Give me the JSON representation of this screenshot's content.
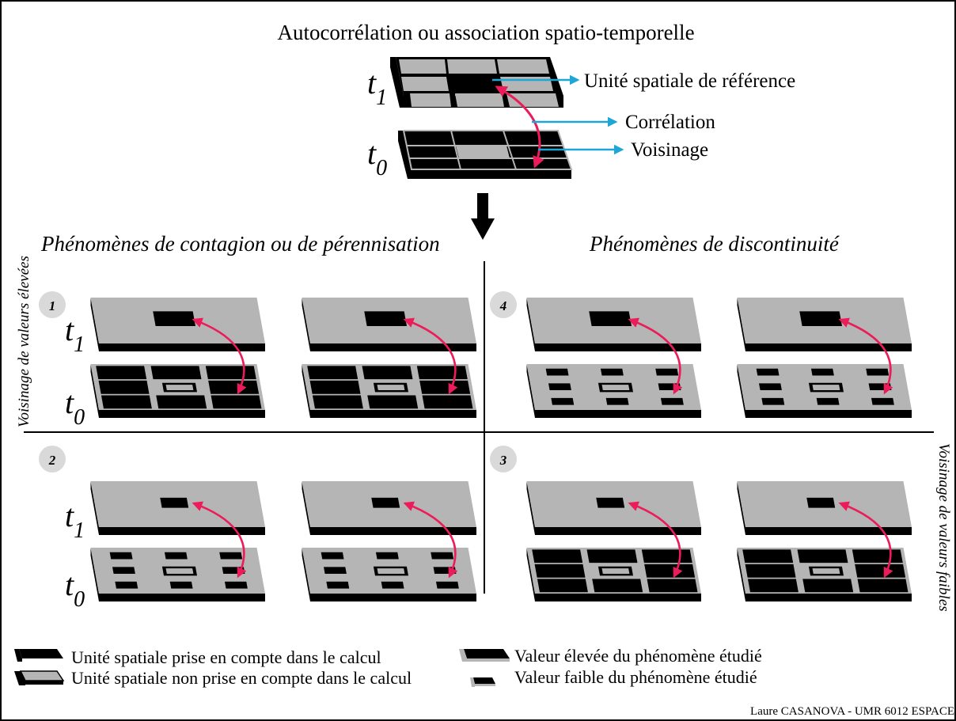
{
  "title": "Autocorrélation ou association spatio-temporelle",
  "top_diagram": {
    "t1_label": "t",
    "t1_sub": "1",
    "t0_label": "t",
    "t0_sub": "0",
    "callout_reference": "Unité spatiale de référence",
    "callout_correlation": "Corrélation",
    "callout_neighbourhood": "Voisinage"
  },
  "sections": {
    "left_heading": "Phénomènes de contagion ou de pérennisation",
    "right_heading": "Phénomènes de  discontinuité"
  },
  "axes": {
    "left_vertical": "Voisinage de valeurs élevées",
    "right_vertical": "Voisinage de valeurs faibles"
  },
  "quadrants": [
    {
      "number": "1",
      "t1": "t",
      "t1_sub": "1",
      "t0": "t",
      "t0_sub": "0"
    },
    {
      "number": "2",
      "t1": "t",
      "t1_sub": "1",
      "t0": "t",
      "t0_sub": "0"
    },
    {
      "number": "3"
    },
    {
      "number": "4"
    }
  ],
  "legend": {
    "black_unit": "Unité spatiale prise en compte dans le calcul",
    "grey_unit": "Unité spatiale non prise en compte dans le calcul",
    "high_value": "Valeur élevée du phénomène étudié",
    "low_value": "Valeur faible du phénomène étudié"
  },
  "credit": "Laure CASANOVA - UMR 6012 ESPACE",
  "colors": {
    "grey": "#b5b5b5",
    "black": "#000000",
    "arrow_red": "#ec1c5a",
    "arrow_blue": "#1ea7d6",
    "badge": "#d9d9d9"
  }
}
